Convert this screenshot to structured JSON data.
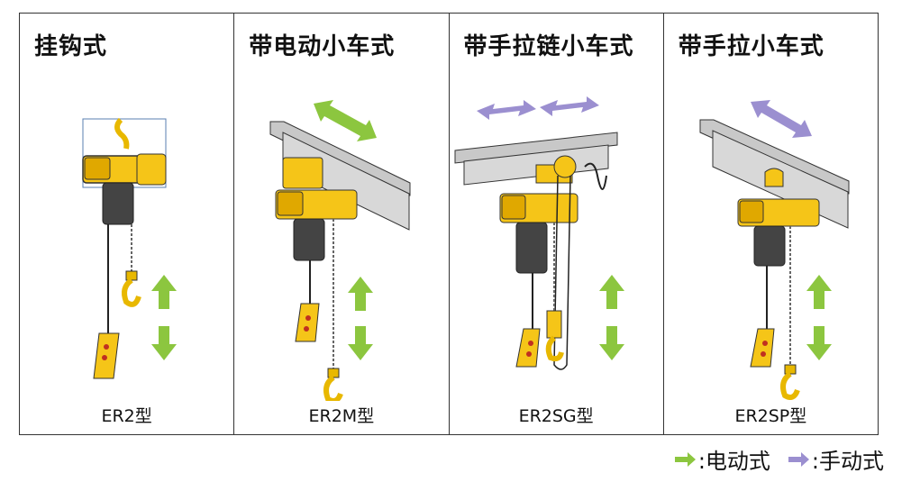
{
  "panels": [
    {
      "title": "挂钩式",
      "label": "ER2型"
    },
    {
      "title": "带电动小车式",
      "label": "ER2M型"
    },
    {
      "title": "带手拉链小车式",
      "label": "ER2SG型"
    },
    {
      "title": "带手拉小车式",
      "label": "ER2SP型"
    }
  ],
  "legend": {
    "electric": ":电动式",
    "manual": ":手动式"
  },
  "colors": {
    "electric_arrow": "#8cc63f",
    "manual_arrow": "#9b8fd0",
    "hoist_body": "#f5c518",
    "beam": "#c8c8c8"
  }
}
